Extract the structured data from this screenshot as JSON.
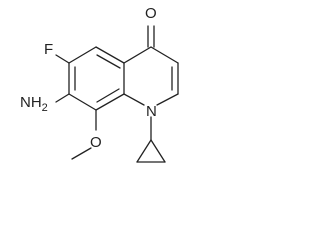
{
  "molecule": {
    "atom_labels": {
      "oxygen_ketone": "O",
      "fluorine": "F",
      "amine": "NH",
      "amine_subscript": "2",
      "nitrogen_ring": "N",
      "oxygen_methoxy": "O"
    },
    "colors": {
      "bond": "#222222",
      "label": "#222222",
      "background": "#ffffff"
    }
  }
}
